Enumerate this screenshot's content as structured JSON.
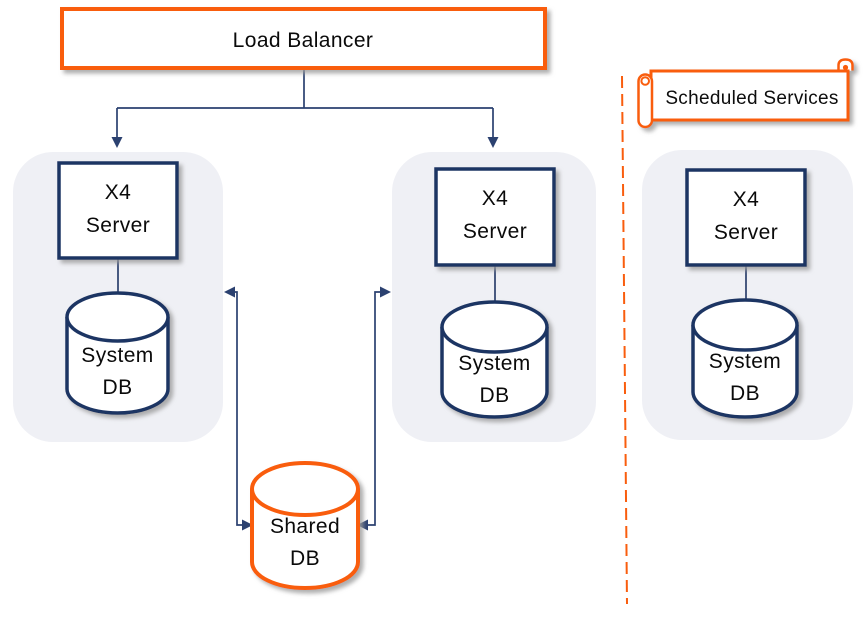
{
  "load_balancer": {
    "label": "Load Balancer"
  },
  "groups": [
    {
      "server_label": [
        "X4",
        "Server"
      ],
      "db_label": [
        "System",
        "DB"
      ]
    },
    {
      "server_label": [
        "X4",
        "Server"
      ],
      "db_label": [
        "System",
        "DB"
      ]
    },
    {
      "server_label": [
        "X4",
        "Server"
      ],
      "db_label": [
        "System",
        "DB"
      ]
    }
  ],
  "shared_db": {
    "label": [
      "Shared",
      "DB"
    ]
  },
  "scheduled_services": {
    "label": "Scheduled Services"
  },
  "colors": {
    "orange": "#F95D0E",
    "navy": "#1F3464",
    "connector_blue": "#2B4170",
    "group_bg": "#EFF0F5",
    "text": "#0A0A0A",
    "canvas": "#FFFFFF"
  }
}
